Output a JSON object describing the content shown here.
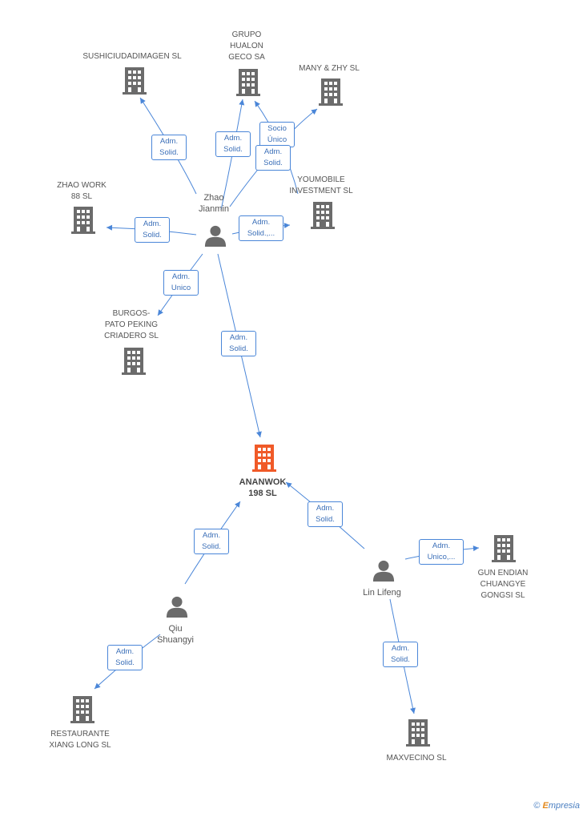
{
  "nodes": {
    "sushi": {
      "label": "SUSHICIUDADIMAGEN SL"
    },
    "grupo": {
      "label": "GRUPO\nHUALON\nGECO SA"
    },
    "many": {
      "label": "MANY & ZHY SL"
    },
    "zhao_work": {
      "label": "ZHAO WORK\n88 SL"
    },
    "youmobile": {
      "label": "YOUMOBILE\nINVESTMENT SL"
    },
    "burgos": {
      "label": "BURGOS-\nPATO PEKING\nCRIADERO SL"
    },
    "ananwok": {
      "label": "ANANWOK\n198 SL"
    },
    "gun": {
      "label": "GUN ENDIAN\nCHUANGYE\nGONGSI  SL"
    },
    "restaurante": {
      "label": "RESTAURANTE\nXIANG LONG SL"
    },
    "maxvecino": {
      "label": "MAXVECINO SL"
    },
    "zhao": {
      "label": "Zhao\nJianmin"
    },
    "lin": {
      "label": "Lin Lifeng"
    },
    "qiu": {
      "label": "Qiu\nShuangyi"
    }
  },
  "roles": {
    "r_sushi": "Adm.\nSolid.",
    "r_grupo": "Adm.\nSolid.",
    "r_many_socio": "Socio\nÚnico",
    "r_many_adm": "Adm.\nSolid.",
    "r_zhao_work": "Adm.\nSolid.",
    "r_youmobile": "Adm.\nSolid.,...",
    "r_burgos": "Adm.\nUnico",
    "r_ananwok_zhao": "Adm.\nSolid.",
    "r_ananwok_qiu": "Adm.\nSolid.",
    "r_ananwok_lin": "Adm.\nSolid.",
    "r_gun": "Adm.\nUnico,...",
    "r_restaurante": "Adm.\nSolid.",
    "r_maxvecino": "Adm.\nSolid."
  },
  "colors": {
    "edge": "#4a86d8",
    "building": "#6b6b6b",
    "focus_building": "#f05a28",
    "person": "#6b6b6b"
  },
  "footer": {
    "copyright": "©",
    "brand_e": "E",
    "brand_rest": "mpresia"
  }
}
